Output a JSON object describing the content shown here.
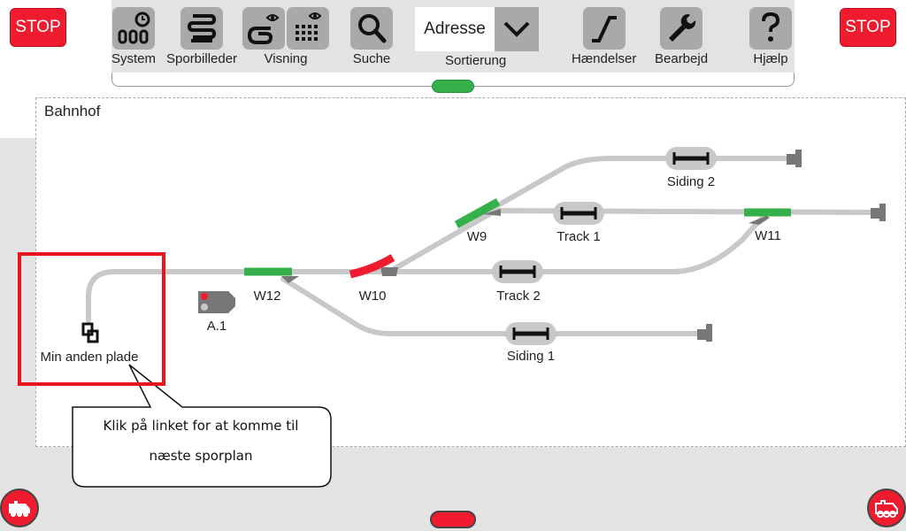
{
  "stop_left": "STOP",
  "stop_right": "STOP",
  "toolbar": {
    "system": "System",
    "sporbilleder": "Sporbilleder",
    "visning": "Visning",
    "suche": "Suche",
    "sortering_value": "Adresse",
    "sortering_label": "Sortierung",
    "haendelser": "Hændelser",
    "bearbejd": "Bearbejd",
    "hjaelp": "Hjælp"
  },
  "board": {
    "title": "Bahnhof",
    "labels": {
      "siding2": "Siding 2",
      "w9": "W9",
      "track1": "Track 1",
      "w11": "W11",
      "w12": "W12",
      "w10": "W10",
      "track2": "Track 2",
      "signal": "A.1",
      "siding1": "Siding 1",
      "link": "Min anden plade"
    }
  },
  "callout": {
    "line1": "Klik på linket for at komme til",
    "line2": "næste sporplan"
  },
  "colors": {
    "stop": "#ee1c2e",
    "switch_green": "#35b04a",
    "switch_red": "#ee1c2e",
    "track": "#c8c8c8"
  }
}
